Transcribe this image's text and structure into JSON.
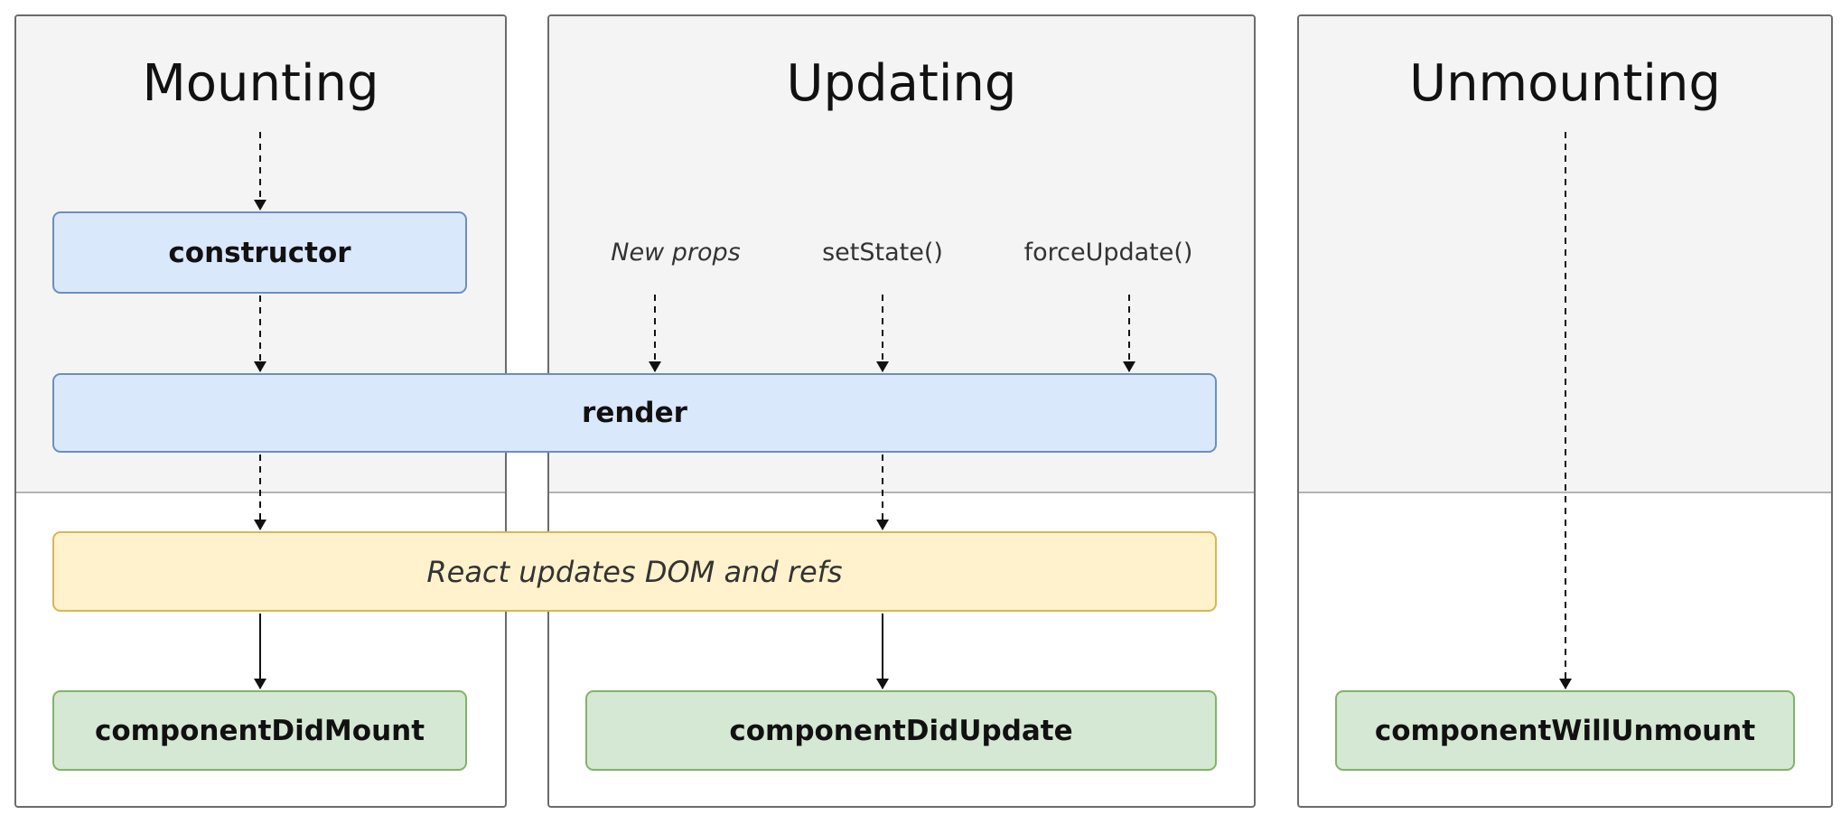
{
  "columns": {
    "mounting": {
      "title": "Mounting"
    },
    "updating": {
      "title": "Updating"
    },
    "unmounting": {
      "title": "Unmounting"
    }
  },
  "triggers": {
    "new_props": "New props",
    "set_state": "setState()",
    "force_update": "forceUpdate()"
  },
  "methods": {
    "constructor": "constructor",
    "render": "render",
    "dom_update": "React updates DOM and refs",
    "did_mount": "componentDidMount",
    "did_update": "componentDidUpdate",
    "will_unmount": "componentWillUnmount"
  },
  "colors": {
    "phase_fill": "#f4f4f4",
    "blue_fill": "#dae8fc",
    "blue_border": "#6c8ebf",
    "yellow_fill": "#fff2cc",
    "yellow_border": "#d6b656",
    "green_fill": "#d5e8d4",
    "green_border": "#82b366"
  }
}
